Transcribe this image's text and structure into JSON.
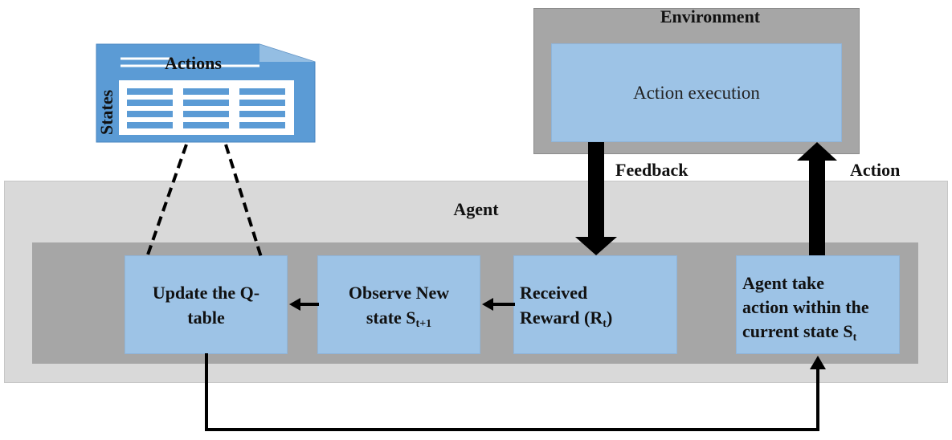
{
  "environment": {
    "title": "Environment",
    "process": "Action execution"
  },
  "agent": {
    "title": "Agent",
    "steps": {
      "update": "Update the Q-table",
      "observe_line1": "Observe New",
      "observe_line2": "state S",
      "observe_sub": "t+1",
      "reward_line1": "Received",
      "reward_line2": "Reward (R",
      "reward_sub": "t",
      "reward_close": ")",
      "act_line1": "Agent take",
      "act_line2": "action within the",
      "act_line3": "current state S",
      "act_sub": "t"
    }
  },
  "arrows": {
    "feedback": "Feedback",
    "action": "Action"
  },
  "qtable": {
    "columns_label": "Actions",
    "rows_label": "States"
  },
  "colors": {
    "box_fill": "#9dc3e6",
    "dark_panel": "#a6a6a6",
    "agent_panel": "#d9d9d9",
    "qtable_fill": "#5b9bd5"
  }
}
